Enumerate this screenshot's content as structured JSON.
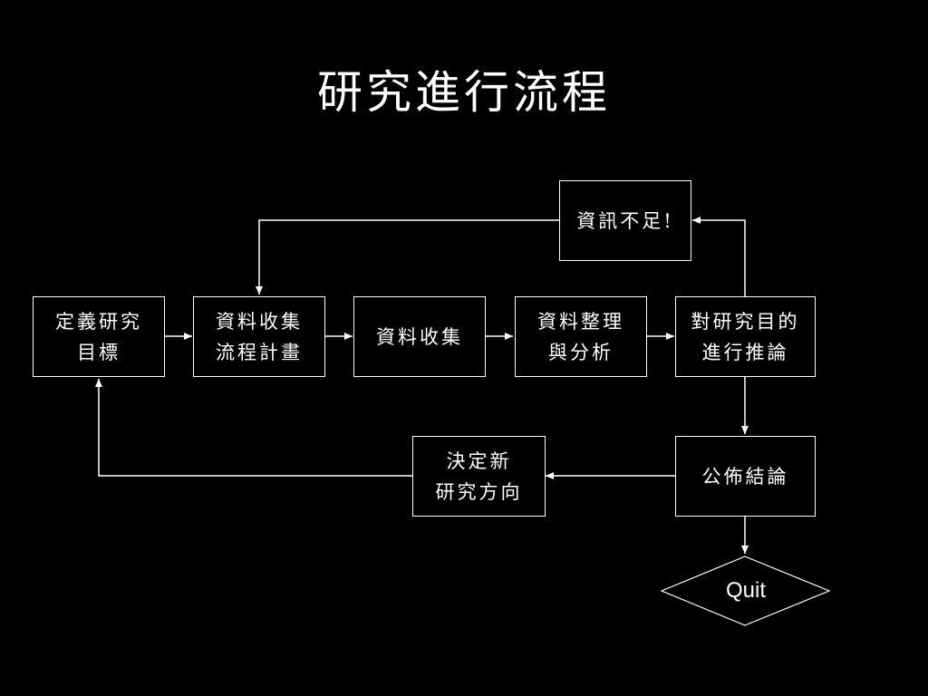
{
  "slide": {
    "title": "研究進行流程"
  },
  "nodes": {
    "insufficient": "資訊不足!",
    "define_goal": "定義研究\n目標",
    "plan": "資料收集\n流程計畫",
    "collect": "資料收集",
    "analyze": "資料整理\n與分析",
    "infer": "對研究目的\n進行推論",
    "publish": "公佈結論",
    "new_direction": "決定新\n研究方向",
    "quit": "Quit"
  },
  "colors": {
    "background": "#000000",
    "foreground": "#ffffff"
  }
}
